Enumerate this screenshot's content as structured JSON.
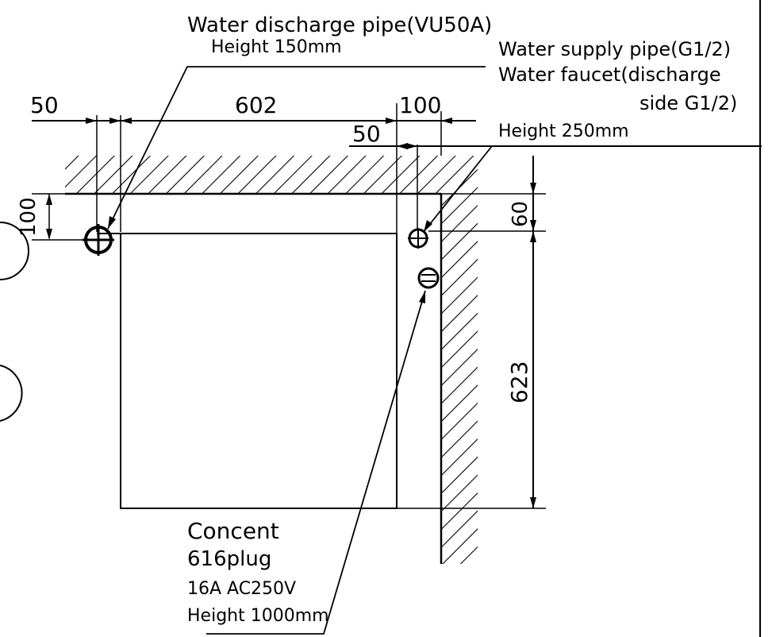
{
  "labels": {
    "discharge_title": "Water discharge pipe(VU50A)",
    "discharge_height": "Height 150mm",
    "supply_line1": "Water supply pipe(G1/2)",
    "supply_line2": "Water faucet(discharge",
    "supply_line3": "side G1/2)",
    "supply_height": "Height 250mm",
    "concent_line1": "Concent",
    "concent_line2": "616plug",
    "concent_line3": "16A AC250V",
    "concent_line4": "Height 1000mm"
  },
  "dimensions": {
    "left_offset": "50",
    "unit_width": "602",
    "right_clearance": "100",
    "supply_offset": "50",
    "pipe_depth": "100",
    "wall_gap": "60",
    "unit_depth": "623"
  }
}
